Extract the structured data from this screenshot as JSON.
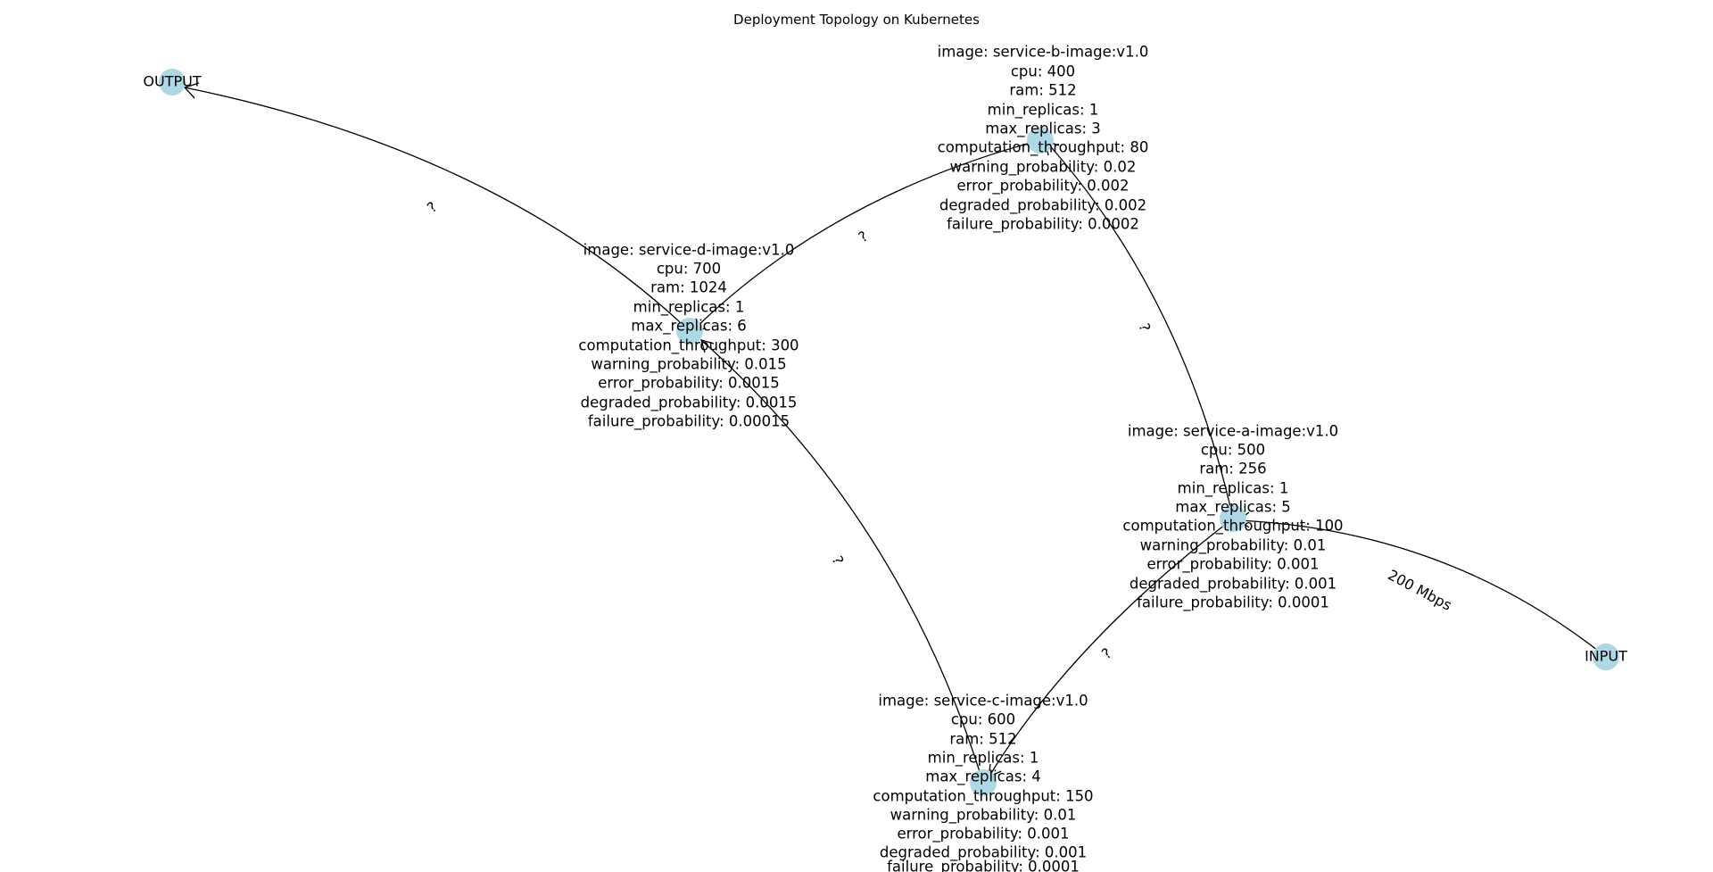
{
  "title": "Deployment Topology on Kubernetes",
  "node_color": "#add8e6",
  "nodes": [
    {
      "id": "OUTPUT",
      "label": "OUTPUT",
      "attributes": []
    },
    {
      "id": "INPUT",
      "label": "INPUT",
      "attributes": []
    },
    {
      "id": "service-b",
      "label": "",
      "attributes": [
        "image: service-b-image:v1.0",
        "cpu: 400",
        "ram: 512",
        "min_replicas: 1",
        "max_replicas: 3",
        "computation_throughput: 80",
        "warning_probability: 0.02",
        "error_probability: 0.002",
        "degraded_probability: 0.002",
        "failure_probability: 0.0002"
      ]
    },
    {
      "id": "service-d",
      "label": "",
      "attributes": [
        "image: service-d-image:v1.0",
        "cpu: 700",
        "ram: 1024",
        "min_replicas: 1",
        "max_replicas: 6",
        "computation_throughput: 300",
        "warning_probability: 0.015",
        "error_probability: 0.0015",
        "degraded_probability: 0.0015",
        "failure_probability: 0.00015"
      ]
    },
    {
      "id": "service-a",
      "label": "",
      "attributes": [
        "image: service-a-image:v1.0",
        "cpu: 500",
        "ram: 256",
        "min_replicas: 1",
        "max_replicas: 5",
        "computation_throughput: 100",
        "warning_probability: 0.01",
        "error_probability: 0.001",
        "degraded_probability: 0.001",
        "failure_probability: 0.0001"
      ]
    },
    {
      "id": "service-c",
      "label": "",
      "attributes": [
        "image: service-c-image:v1.0",
        "cpu: 600",
        "ram: 512",
        "min_replicas: 1",
        "max_replicas: 4",
        "computation_throughput: 150",
        "warning_probability: 0.01",
        "error_probability: 0.001",
        "degraded_probability: 0.001",
        "failure_probability: 0.0001"
      ]
    }
  ],
  "edges": [
    {
      "from": "INPUT",
      "to": "service-a",
      "label": "200 Mbps"
    },
    {
      "from": "service-a",
      "to": "service-b",
      "label": "?"
    },
    {
      "from": "service-a",
      "to": "service-c",
      "label": "?"
    },
    {
      "from": "service-b",
      "to": "service-d",
      "label": "?"
    },
    {
      "from": "service-c",
      "to": "service-d",
      "label": "?"
    },
    {
      "from": "service-d",
      "to": "OUTPUT",
      "label": "?"
    }
  ]
}
